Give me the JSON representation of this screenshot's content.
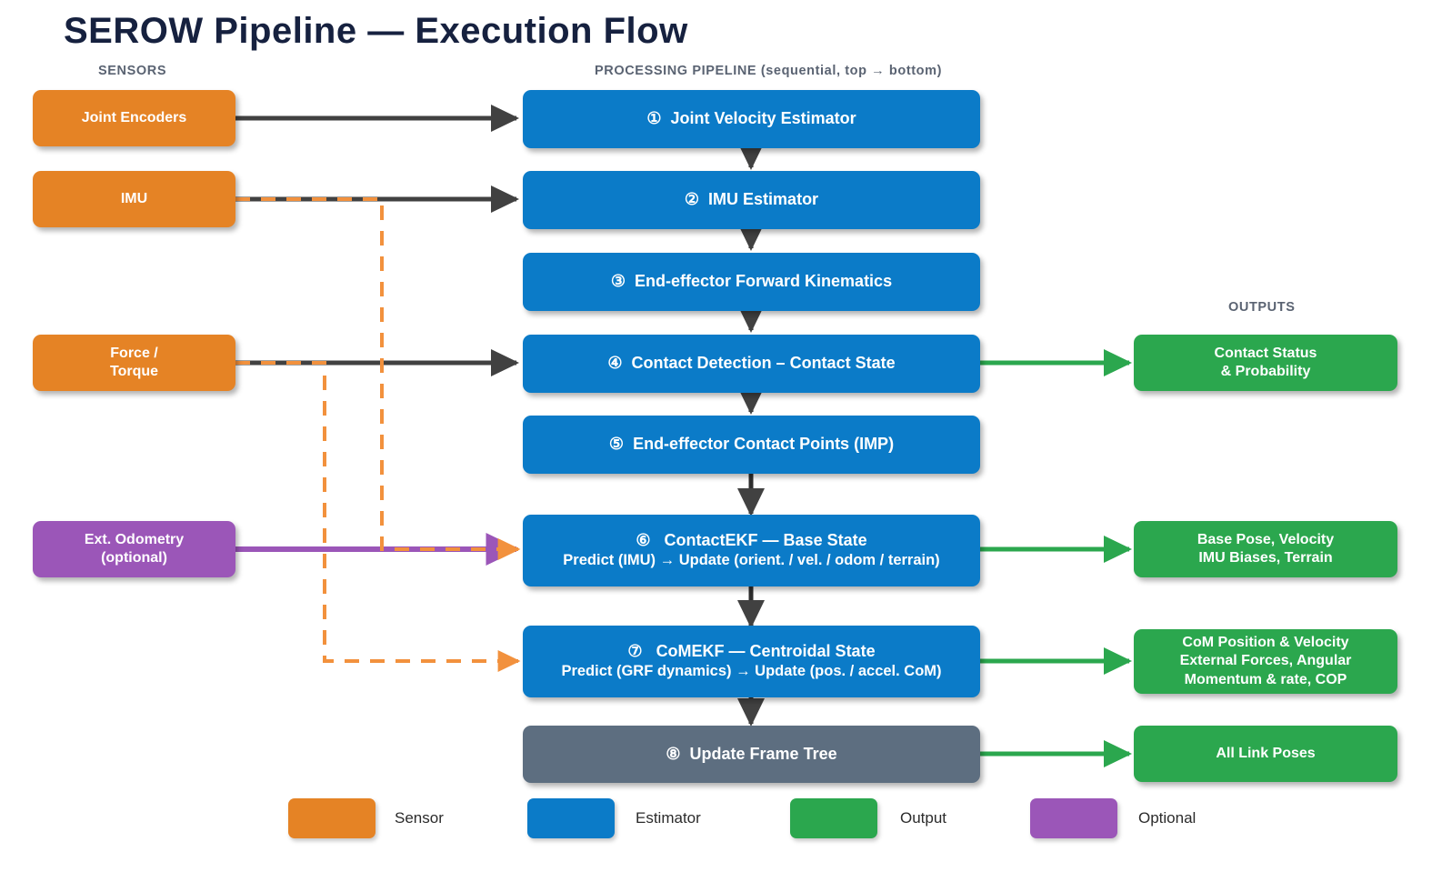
{
  "title": "SEROW Pipeline  —  Execution Flow",
  "columns": {
    "sensors": "SENSORS",
    "pipeline": "PROCESSING PIPELINE  (sequential, top → bottom)",
    "outputs": "OUTPUTS"
  },
  "sensors": [
    {
      "label": "Joint Encoders",
      "type": "sensor"
    },
    {
      "label": "IMU",
      "type": "sensor"
    },
    {
      "label": "Force /\nTorque",
      "line1": "Force /",
      "line2": "Torque",
      "type": "sensor"
    },
    {
      "label": "Ext. Odometry\n(optional)",
      "line1": "Ext. Odometry",
      "line2": "(optional)",
      "type": "optional"
    }
  ],
  "pipeline": [
    {
      "num": "①",
      "line1": "Joint Velocity Estimator",
      "line2": "",
      "type": "estimator"
    },
    {
      "num": "②",
      "line1": "IMU Estimator",
      "line2": "",
      "type": "estimator"
    },
    {
      "num": "③",
      "line1": "End-effector Forward Kinematics",
      "line2": "",
      "type": "estimator"
    },
    {
      "num": "④",
      "line1": "Contact Detection – Contact State",
      "line2": "",
      "type": "estimator"
    },
    {
      "num": "⑤",
      "line1": "End-effector Contact Points (IMP)",
      "line2": "",
      "type": "estimator"
    },
    {
      "num": "⑥",
      "line1": "ContactEKF  —  Base State",
      "line2": "Predict (IMU) → Update (orient. / vel. / odom / terrain)",
      "type": "estimator"
    },
    {
      "num": "⑦",
      "line1": "CoMEKF  —  Centroidal State",
      "line2": "Predict (GRF dynamics) → Update (pos. / accel. CoM)",
      "type": "estimator"
    },
    {
      "num": "⑧",
      "line1": "Update Frame Tree",
      "line2": "",
      "type": "frametree"
    }
  ],
  "outputs": [
    {
      "line1": "Contact Status",
      "line2": "& Probability",
      "line3": ""
    },
    {
      "line1": "Base Pose, Velocity",
      "line2": "IMU Biases, Terrain",
      "line3": ""
    },
    {
      "line1": "CoM Position & Velocity",
      "line2": "External Forces,  Angular",
      "line3": "Momentum & rate, COP"
    },
    {
      "line1": "All Link Poses",
      "line2": "",
      "line3": ""
    }
  ],
  "legend": [
    {
      "label": "Sensor",
      "color": "#e58325"
    },
    {
      "label": "Estimator",
      "color": "#0b7bc8"
    },
    {
      "label": "Output",
      "color": "#2ba74e"
    },
    {
      "label": "Optional",
      "color": "#9b56b8"
    }
  ],
  "colors": {
    "sensor": "#e58325",
    "estimator": "#0b7bc8",
    "output": "#2ba74e",
    "optional": "#9b56b8",
    "frame_tree": "#5d6e80",
    "title": "#16213f",
    "solid_arrow": "#414141",
    "dashed_arrow": "#f2913d",
    "output_arrow": "#2ba74e",
    "optional_arrow": "#9b56b8"
  }
}
